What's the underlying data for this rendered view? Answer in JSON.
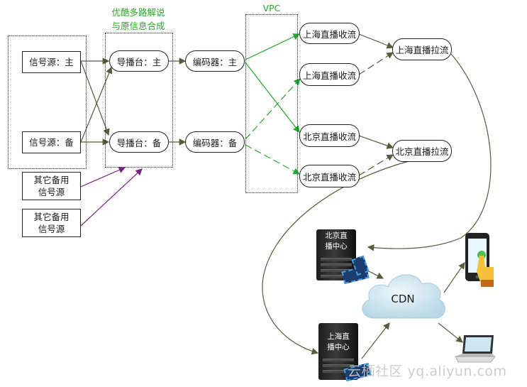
{
  "labels": {
    "green_top_line1": "优酷多路解说",
    "green_top_line2": "与原信息合成",
    "vpc": "VPC"
  },
  "sources": {
    "main": "信号源：主",
    "backup": "信号源：备",
    "other1_line1": "其它备用",
    "other1_line2": "信号源",
    "other2_line1": "其它备用",
    "other2_line2": "信号源"
  },
  "director": {
    "main": "导播台：主",
    "backup": "导播台：备"
  },
  "encoder": {
    "main": "编码器：主",
    "backup": "编码器：备"
  },
  "ingest": {
    "sh1": "上海直播收流",
    "sh2": "上海直播收流",
    "bj1": "北京直播收流",
    "bj2": "北京直播收流"
  },
  "pull": {
    "sh": "上海直播拉流",
    "bj": "北京直播拉流"
  },
  "centers": {
    "bj_line1": "北京直",
    "bj_line2": "播中心",
    "sh_line1": "上海直",
    "sh_line2": "播中心"
  },
  "cdn": "CDN",
  "watermark": "云栖社区 yq.aliyun.com",
  "colors": {
    "arrow_gray": "#5b5a3c",
    "arrow_green": "#22a82a",
    "arrow_purple": "#7a1f86",
    "cloud": "#cfe6f0"
  },
  "icons": [
    "mobile-phone-icon",
    "laptop-icon",
    "server-rack-icon",
    "film-reel-icon",
    "cloud-icon"
  ]
}
